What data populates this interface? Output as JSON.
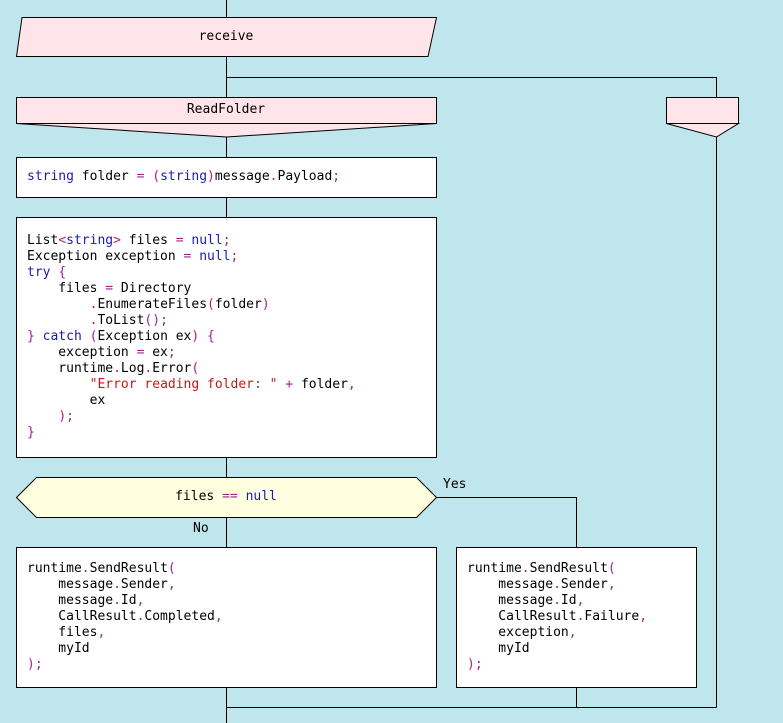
{
  "diagram": {
    "receive_label": "receive",
    "read_folder_label": "ReadFolder",
    "empty_branch_label": "",
    "decision": {
      "parts": [
        {
          "t": "files",
          "c": ""
        },
        {
          "t": " ",
          "c": ""
        },
        {
          "t": "==",
          "c": "pn"
        },
        {
          "t": " ",
          "c": ""
        },
        {
          "t": "null",
          "c": "kw"
        }
      ]
    },
    "yes_label": "Yes",
    "no_label": "No",
    "folder_block": [
      [
        {
          "t": "string",
          "c": "kw"
        },
        {
          "t": " folder ",
          "c": ""
        },
        {
          "t": "=",
          "c": "pn"
        },
        {
          "t": " ",
          "c": ""
        },
        {
          "t": "(",
          "c": "pn"
        },
        {
          "t": "string",
          "c": "kw"
        },
        {
          "t": ")",
          "c": "pn"
        },
        {
          "t": "message",
          "c": ""
        },
        {
          "t": ".",
          "c": "pn"
        },
        {
          "t": "Payload",
          "c": ""
        },
        {
          "t": ";",
          "c": "pn"
        }
      ]
    ],
    "read_block": [
      [
        {
          "t": "List",
          "c": ""
        },
        {
          "t": "<",
          "c": "pn"
        },
        {
          "t": "string",
          "c": "kw"
        },
        {
          "t": ">",
          "c": "pn"
        },
        {
          "t": " files ",
          "c": ""
        },
        {
          "t": "=",
          "c": "pn"
        },
        {
          "t": " ",
          "c": ""
        },
        {
          "t": "null",
          "c": "kw"
        },
        {
          "t": ";",
          "c": "pn"
        }
      ],
      [
        {
          "t": "Exception exception ",
          "c": ""
        },
        {
          "t": "=",
          "c": "pn"
        },
        {
          "t": " ",
          "c": ""
        },
        {
          "t": "null",
          "c": "kw"
        },
        {
          "t": ";",
          "c": "pn"
        }
      ],
      [
        {
          "t": "try",
          "c": "kw"
        },
        {
          "t": " ",
          "c": ""
        },
        {
          "t": "{",
          "c": "pn"
        }
      ],
      [
        {
          "t": "    files ",
          "c": ""
        },
        {
          "t": "=",
          "c": "pn"
        },
        {
          "t": " Directory",
          "c": ""
        }
      ],
      [
        {
          "t": "        ",
          "c": ""
        },
        {
          "t": ".",
          "c": "pn"
        },
        {
          "t": "EnumerateFiles",
          "c": ""
        },
        {
          "t": "(",
          "c": "pn"
        },
        {
          "t": "folder",
          "c": ""
        },
        {
          "t": ")",
          "c": "pn"
        }
      ],
      [
        {
          "t": "        ",
          "c": ""
        },
        {
          "t": ".",
          "c": "pn"
        },
        {
          "t": "ToList",
          "c": ""
        },
        {
          "t": "();",
          "c": "pn"
        }
      ],
      [
        {
          "t": "}",
          "c": "pn"
        },
        {
          "t": " ",
          "c": ""
        },
        {
          "t": "catch",
          "c": "kw"
        },
        {
          "t": " ",
          "c": ""
        },
        {
          "t": "(",
          "c": "pn"
        },
        {
          "t": "Exception ex",
          "c": ""
        },
        {
          "t": ")",
          "c": "pn"
        },
        {
          "t": " ",
          "c": ""
        },
        {
          "t": "{",
          "c": "pn"
        }
      ],
      [
        {
          "t": "    exception ",
          "c": ""
        },
        {
          "t": "=",
          "c": "pn"
        },
        {
          "t": " ex",
          "c": ""
        },
        {
          "t": ";",
          "c": "pn"
        }
      ],
      [
        {
          "t": "    runtime",
          "c": ""
        },
        {
          "t": ".",
          "c": "pn"
        },
        {
          "t": "Log",
          "c": ""
        },
        {
          "t": ".",
          "c": "pn"
        },
        {
          "t": "Error",
          "c": ""
        },
        {
          "t": "(",
          "c": "pn"
        }
      ],
      [
        {
          "t": "        ",
          "c": ""
        },
        {
          "t": "\"Error reading folder: \"",
          "c": "str"
        },
        {
          "t": " ",
          "c": ""
        },
        {
          "t": "+",
          "c": "pn"
        },
        {
          "t": " folder",
          "c": ""
        },
        {
          "t": ",",
          "c": "pn"
        }
      ],
      [
        {
          "t": "        ex",
          "c": ""
        }
      ],
      [
        {
          "t": "    ",
          "c": ""
        },
        {
          "t": ");",
          "c": "pn"
        }
      ],
      [
        {
          "t": "}",
          "c": "pn"
        }
      ]
    ],
    "no_block": [
      [
        {
          "t": "runtime",
          "c": ""
        },
        {
          "t": ".",
          "c": "pn"
        },
        {
          "t": "SendResult",
          "c": ""
        },
        {
          "t": "(",
          "c": "pn"
        }
      ],
      [
        {
          "t": "    message",
          "c": ""
        },
        {
          "t": ".",
          "c": "pn"
        },
        {
          "t": "Sender",
          "c": ""
        },
        {
          "t": ",",
          "c": "pn"
        }
      ],
      [
        {
          "t": "    message",
          "c": ""
        },
        {
          "t": ".",
          "c": "pn"
        },
        {
          "t": "Id",
          "c": ""
        },
        {
          "t": ",",
          "c": "pn"
        }
      ],
      [
        {
          "t": "    CallResult",
          "c": ""
        },
        {
          "t": ".",
          "c": "pn"
        },
        {
          "t": "Completed",
          "c": ""
        },
        {
          "t": ",",
          "c": "pn"
        }
      ],
      [
        {
          "t": "    files",
          "c": ""
        },
        {
          "t": ",",
          "c": "pn"
        }
      ],
      [
        {
          "t": "    myId",
          "c": ""
        }
      ],
      [
        {
          "t": ");",
          "c": "pn"
        }
      ]
    ],
    "yes_block": [
      [
        {
          "t": "runtime",
          "c": ""
        },
        {
          "t": ".",
          "c": "pn"
        },
        {
          "t": "SendResult",
          "c": ""
        },
        {
          "t": "(",
          "c": "pn"
        }
      ],
      [
        {
          "t": "    message",
          "c": ""
        },
        {
          "t": ".",
          "c": "pn"
        },
        {
          "t": "Sender",
          "c": ""
        },
        {
          "t": ",",
          "c": "pn"
        }
      ],
      [
        {
          "t": "    message",
          "c": ""
        },
        {
          "t": ".",
          "c": "pn"
        },
        {
          "t": "Id",
          "c": ""
        },
        {
          "t": ",",
          "c": "pn"
        }
      ],
      [
        {
          "t": "    CallResult",
          "c": ""
        },
        {
          "t": ".",
          "c": "pn"
        },
        {
          "t": "Failure",
          "c": ""
        },
        {
          "t": ",",
          "c": "pn"
        }
      ],
      [
        {
          "t": "    exception",
          "c": ""
        },
        {
          "t": ",",
          "c": "pn"
        }
      ],
      [
        {
          "t": "    myId",
          "c": ""
        }
      ],
      [
        {
          "t": ");",
          "c": "pn"
        }
      ]
    ],
    "colors": {
      "background": "#bfe5ed",
      "receive_fill": "#ffe4ea",
      "select_fill": "#ffe4ea",
      "decision_fill": "#ffffdf",
      "box_fill": "#ffffff",
      "line": "#000000",
      "keyword": "#1a1ab8",
      "punctuation": "#a1228e",
      "string": "#c41a16"
    }
  }
}
